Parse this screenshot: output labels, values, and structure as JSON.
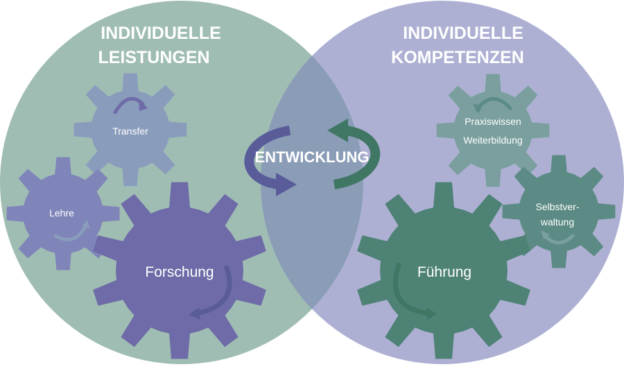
{
  "colors": {
    "left_circle": "#9fbdb3",
    "right_circle": "#adb0d3",
    "overlap": "#8a9cb6",
    "gear_blue_light": "#8a9cbc",
    "gear_purple": "#7f84b9",
    "gear_purple_dark": "#6e6ba8",
    "gear_teal_light": "#7a9f9e",
    "gear_teal": "#5b8b84",
    "gear_teal_dark": "#4e8275",
    "arrow_purple": "#5a5c9a",
    "arrow_teal": "#3f7664"
  },
  "left": {
    "heading_line1": "INDIVIDUELLE",
    "heading_line2": "LEISTUNGEN"
  },
  "right": {
    "heading_line1": "INDIVIDUELLE",
    "heading_line2": "KOMPETENZEN"
  },
  "center": {
    "label": "ENTWICKLUNG"
  },
  "gears": {
    "transfer": "Transfer",
    "lehre": "Lehre",
    "forschung": "Forschung",
    "praxiswissen": "Praxiswissen",
    "weiterbildung": "Weiterbildung",
    "selbstver": "Selbstver-",
    "waltung": "waltung",
    "fuehrung": "Führung"
  }
}
